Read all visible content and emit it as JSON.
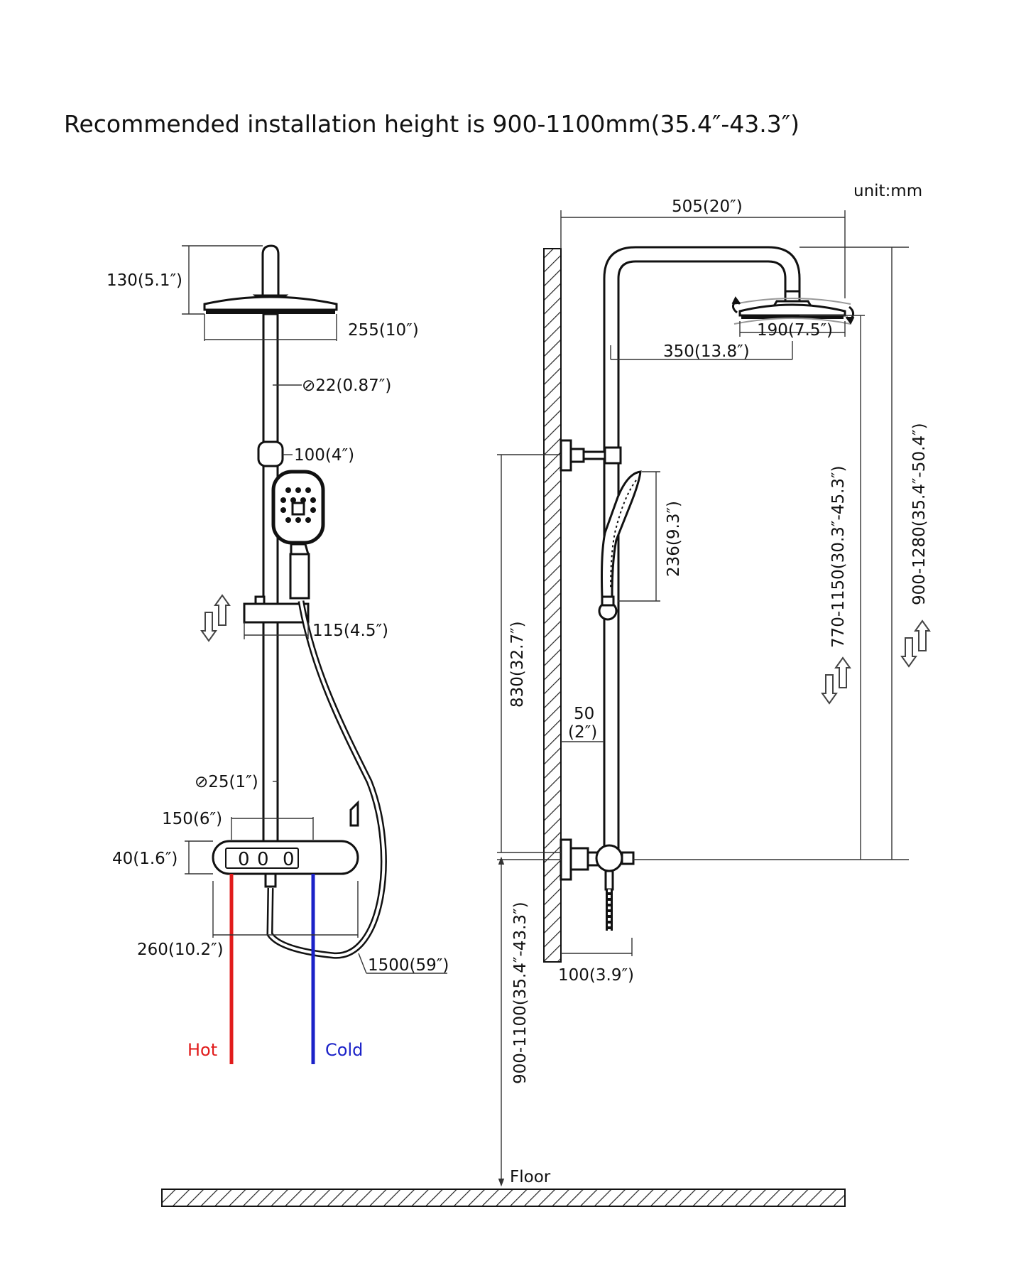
{
  "title": "Recommended installation height is 900-1100mm(35.4″-43.3″)",
  "unit": "unit:mm",
  "front_view": {
    "head_height": "130(5.1″)",
    "head_diameter": "255(10″)",
    "upper_pipe_diameter": "⊘22(0.87″)",
    "hand_shower_width": "100(4″)",
    "slider_width": "115(4.5″)",
    "lower_pipe_diameter": "⊘25(1″)",
    "inlet_spacing": "150(6″)",
    "valve_height": "40(1.6″)",
    "valve_width": "260(10.2″)",
    "hose_length": "1500(59″)",
    "hot_label": "Hot",
    "cold_label": "Cold",
    "hot_color": "#e11b1b",
    "cold_color": "#1b22c8"
  },
  "side_view": {
    "arm_length": "505(20″)",
    "head_size": "190(7.5″)",
    "head_offset": "350(13.8″)",
    "hand_shower_length": "236(9.3″)",
    "bracket_to_valve": "830(32.7″)",
    "wall_offset_mm": "50",
    "wall_offset_in": "(2″)",
    "adjustable_height": "770-1150(30.3″-45.3″)",
    "total_height": "900-1280(35.4″-50.4″)",
    "valve_depth": "100(3.9″)",
    "install_height": "900-1100(35.4″-43.3″)",
    "floor_label": "Floor"
  }
}
